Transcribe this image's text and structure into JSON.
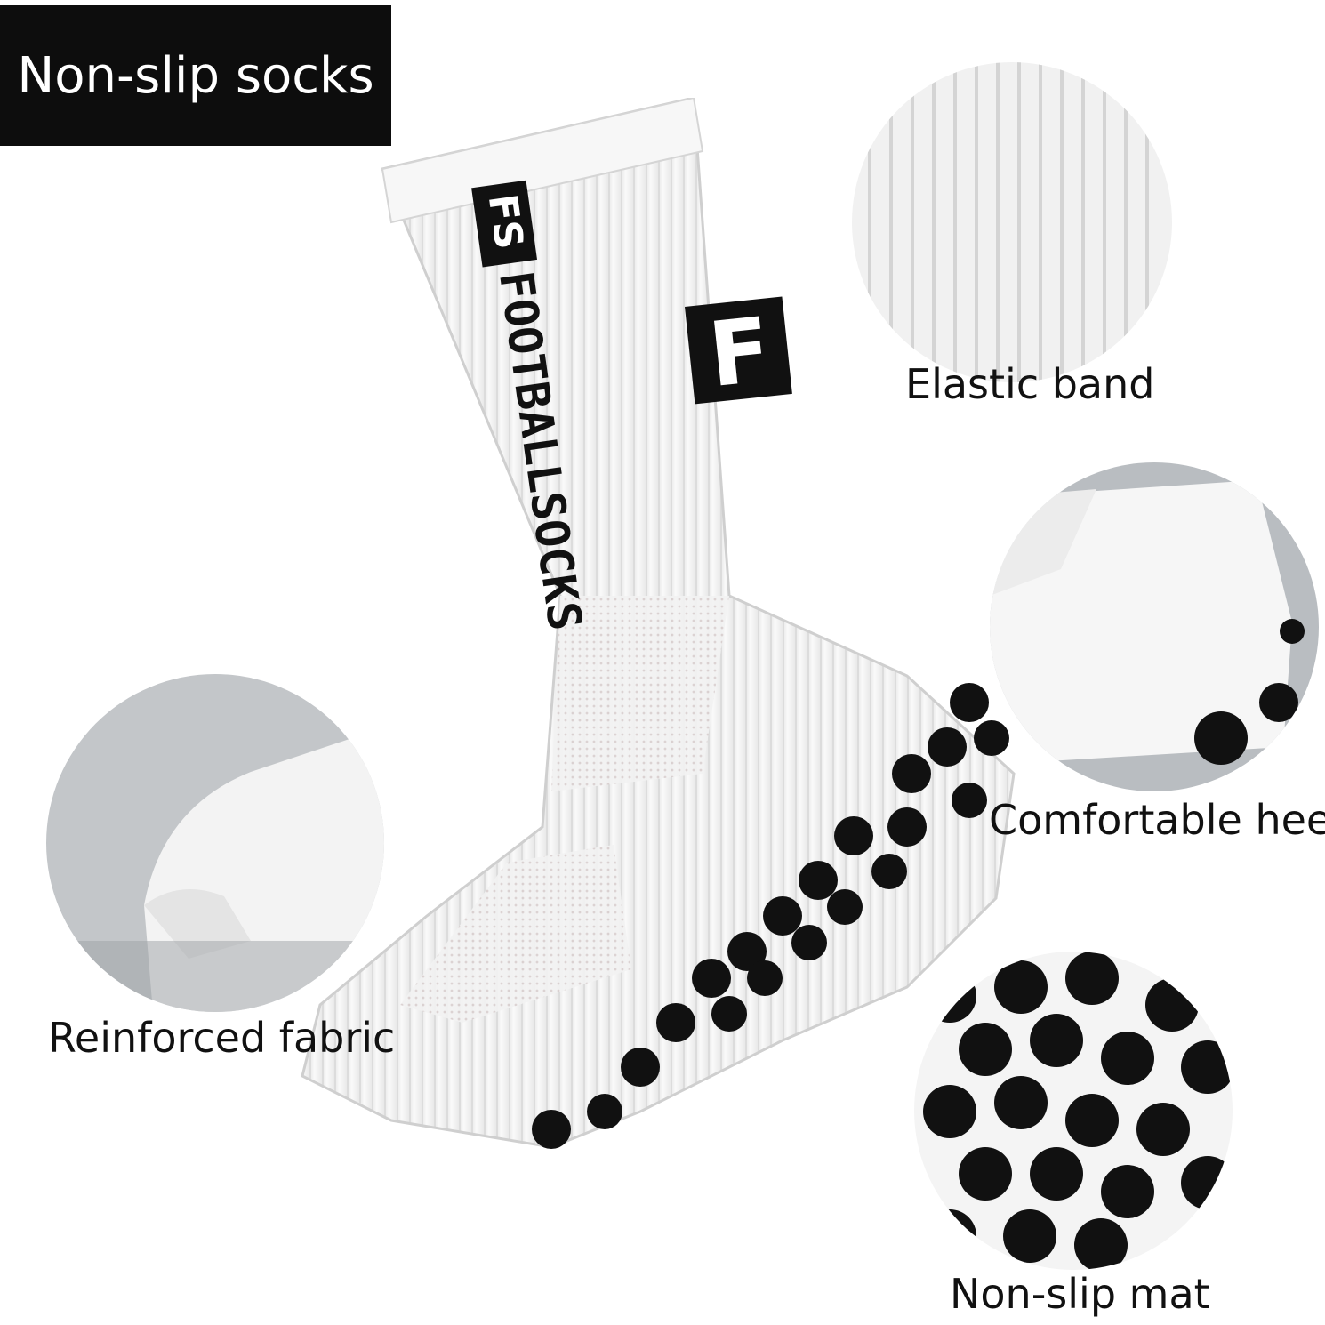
{
  "title": "Non-slip socks",
  "features": {
    "elastic_band": "Elastic band",
    "comfortable_heel": "Comfortable heel",
    "reinforced_fabric": "Reinforced fabric",
    "non_slip_mat": "Non-slip mat"
  },
  "sock_brand": {
    "logo_letters": "FS",
    "wordmark": "FOOTBALLSOCKS",
    "emblem": "F"
  },
  "colors": {
    "sock": "#f4f4f4",
    "grip_dot": "#111111",
    "title_bg": "#0d0d0d"
  }
}
